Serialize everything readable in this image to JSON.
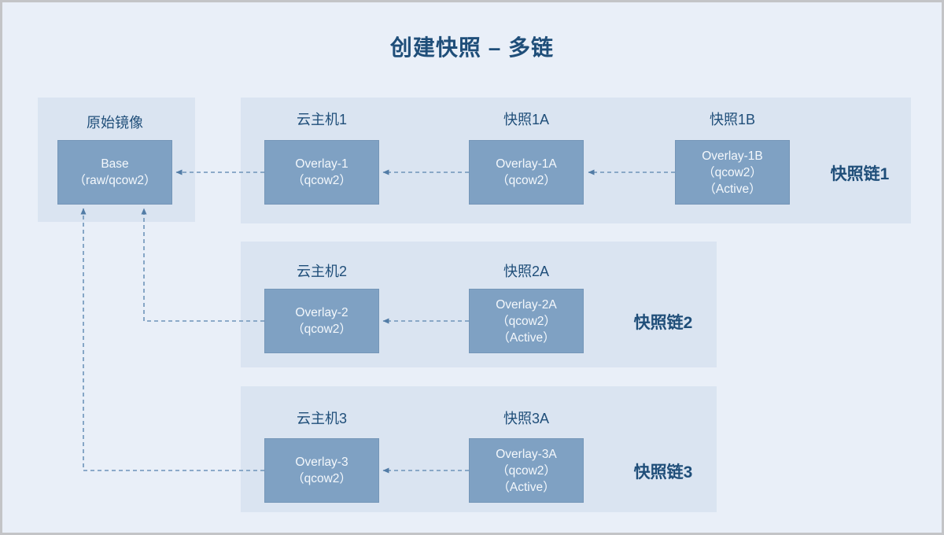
{
  "title": "创建快照 – 多链",
  "base": {
    "label": "原始镜像",
    "box": {
      "lines": [
        "Base",
        "（raw/qcow2）"
      ]
    }
  },
  "chains": [
    {
      "label": "快照链1",
      "nodes": [
        {
          "title": "云主机1",
          "box": {
            "lines": [
              "Overlay-1",
              "（qcow2）"
            ]
          }
        },
        {
          "title": "快照1A",
          "box": {
            "lines": [
              "Overlay-1A",
              "（qcow2）"
            ]
          }
        },
        {
          "title": "快照1B",
          "box": {
            "lines": [
              "Overlay-1B",
              "（qcow2）",
              "（Active）"
            ]
          }
        }
      ]
    },
    {
      "label": "快照链2",
      "nodes": [
        {
          "title": "云主机2",
          "box": {
            "lines": [
              "Overlay-2",
              "（qcow2）"
            ]
          }
        },
        {
          "title": "快照2A",
          "box": {
            "lines": [
              "Overlay-2A",
              "（qcow2）",
              "（Active）"
            ]
          }
        }
      ]
    },
    {
      "label": "快照链3",
      "nodes": [
        {
          "title": "云主机3",
          "box": {
            "lines": [
              "Overlay-3",
              "（qcow2）"
            ]
          }
        },
        {
          "title": "快照3A",
          "box": {
            "lines": [
              "Overlay-3A",
              "（qcow2）",
              "（Active）"
            ]
          }
        }
      ]
    }
  ],
  "colors": {
    "page_bg": "#E9EFF8",
    "panel_bg": "#DAE4F1",
    "box_fill": "#7FA1C3",
    "box_text": "#F4F8FC",
    "accent_text": "#1F4E79",
    "connector": "#6E94B9",
    "arrowhead": "#527CA6",
    "frame_border": "#C3C4C7"
  }
}
